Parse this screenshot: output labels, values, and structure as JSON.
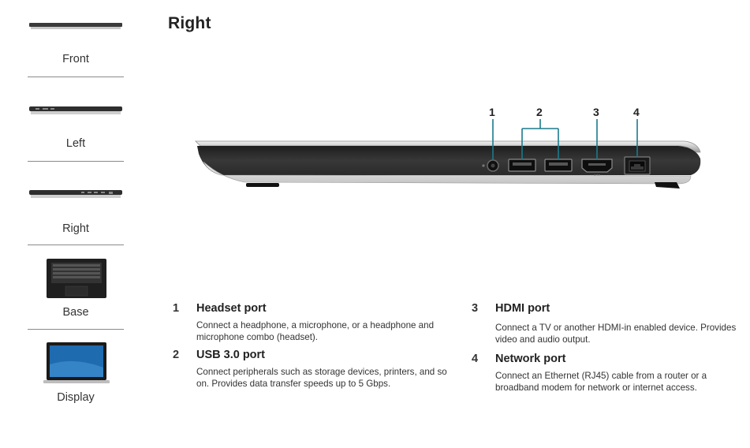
{
  "nav": {
    "items": [
      {
        "label": "Front"
      },
      {
        "label": "Left"
      },
      {
        "label": "Right"
      },
      {
        "label": "Base"
      },
      {
        "label": "Display"
      }
    ]
  },
  "page": {
    "title": "Right"
  },
  "callouts": [
    "1",
    "2",
    "3",
    "4"
  ],
  "ports": [
    {
      "number": "1",
      "name": "Headset port",
      "description": "Connect a headphone, a microphone, or a headphone and microphone combo (headset)."
    },
    {
      "number": "2",
      "name": "USB 3.0 port",
      "description": "Connect peripherals such as storage devices, printers, and so on. Provides data transfer speeds up to 5 Gbps."
    },
    {
      "number": "3",
      "name": "HDMI port",
      "description": "Connect a TV or another HDMI-in enabled device. Provides video and audio output."
    },
    {
      "number": "4",
      "name": "Network port",
      "description": "Connect an Ethernet (RJ45) cable from a router or a broadband modem for network or internet access."
    }
  ],
  "colors": {
    "callout_line": "#1b7a8c",
    "rule": "#8a8a8a"
  }
}
